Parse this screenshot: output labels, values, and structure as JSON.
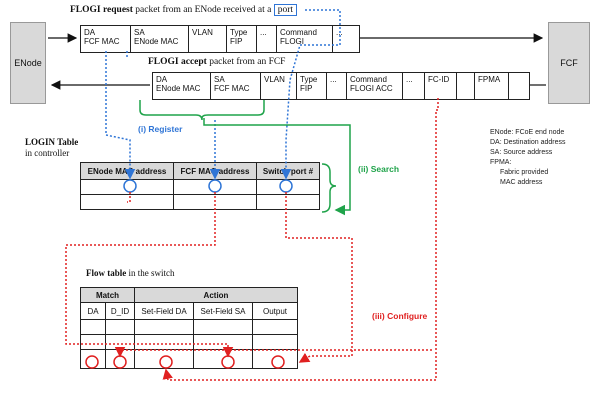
{
  "request_caption": {
    "bold": "FLOGI request",
    "rest": " packet from an ENode received at  a ",
    "port": "port"
  },
  "accept_caption": {
    "bold": "FLOGI accept",
    "rest": " packet from an FCF"
  },
  "enode_label": "ENode",
  "fcf_label": "FCF",
  "request_frame": [
    "DA\nFCF MAC",
    "SA\nENode MAC",
    "VLAN",
    "Type\nFIP",
    "...",
    "Command\nFLOGI",
    "..."
  ],
  "accept_frame": [
    "DA\nENode MAC",
    "SA\nFCF MAC",
    "VLAN",
    "Type\nFIP",
    "...",
    "Command\nFLOGI ACC",
    "...",
    "FC-ID",
    "",
    "FPMA",
    ""
  ],
  "login_title": {
    "bold": "LOGIN Table",
    "sub": "in controller"
  },
  "login_headers": [
    "ENode MAC address",
    "FCF MAC address",
    "Switch port #"
  ],
  "flow_title": {
    "bold": "Flow table",
    "rest": " in the switch"
  },
  "flow_groups": [
    "Match",
    "Action"
  ],
  "flow_headers": [
    "DA",
    "D_ID",
    "Set-Field DA",
    "Set-Field SA",
    "Output"
  ],
  "steps": {
    "register": "(i) Register",
    "search": "(ii) Search",
    "configure": "(iii) Configure"
  },
  "legend": [
    "ENode: FCoE end node",
    "DA: Destination address",
    "SA: Source address",
    "FPMA:",
    "Fabric provided",
    "MAC address"
  ],
  "colors": {
    "blue": "#2f75d6",
    "green": "#1fa34a",
    "red": "#e02020"
  }
}
